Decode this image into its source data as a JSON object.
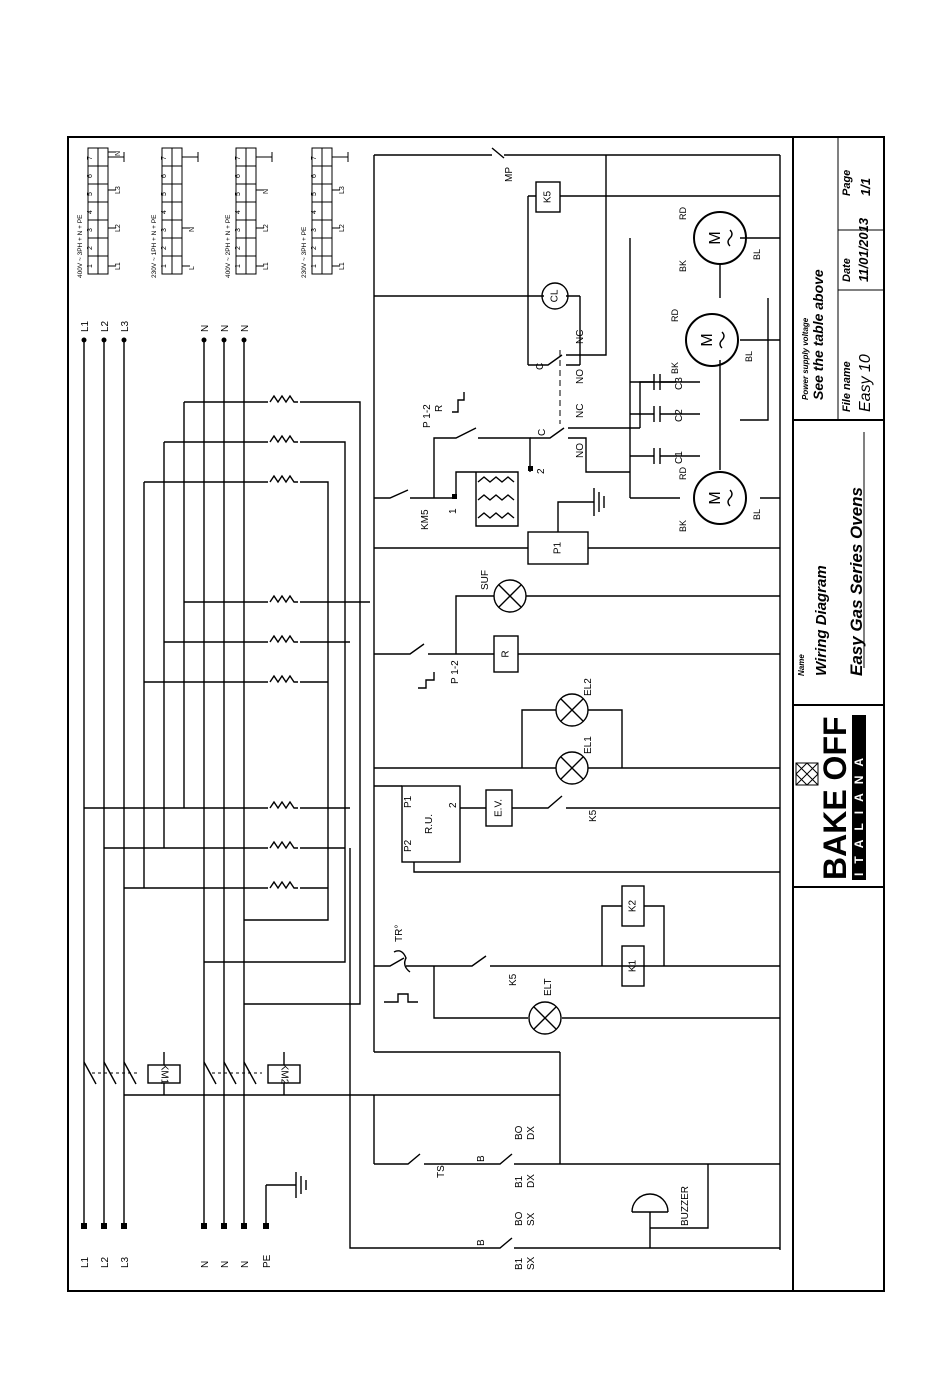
{
  "title_block": {
    "name_label": "Name",
    "name_value": "Wiring Diagram",
    "subtitle": "Easy Gas Series Ovens",
    "file_label": "File name",
    "file_value": "Easy 10",
    "supply_label": "Power supply voltage",
    "supply_value": "See the table above",
    "date_label": "Date",
    "date_value": "11/01/2013",
    "page_label": "Page",
    "page_value": "1/1",
    "logo_top": "BAKE OFF",
    "logo_bottom": "ITALIANA"
  },
  "terminal_tables": [
    {
      "title": "400V ~ 3PH + N + PE",
      "labels": [
        "L1",
        "L2",
        "L3",
        "N"
      ]
    },
    {
      "title": "230V ~ 1PH + N + PE",
      "labels": [
        "L",
        "N"
      ]
    },
    {
      "title": "400V ~ 2PH + N + PE",
      "labels": [
        "L1",
        "L2",
        "N"
      ]
    },
    {
      "title": "230V ~ 3PH + PE",
      "labels": [
        "L1",
        "L2",
        "L3"
      ]
    }
  ],
  "terminal_numbers": [
    "1",
    "2",
    "3",
    "4",
    "5",
    "6",
    "7"
  ],
  "supply_lines_bottom": [
    "L1",
    "L2",
    "L3",
    "N",
    "N",
    "N",
    "PE"
  ],
  "supply_lines_top": [
    "L1",
    "L2",
    "L3",
    "N",
    "N",
    "N"
  ],
  "contactors": [
    "KM1",
    "KM2"
  ],
  "components": {
    "ts": "TS",
    "b_left": "B",
    "b_right": "B",
    "b1sx_a": "B1",
    "b1sx_b": "SX",
    "bosx_a": "BO",
    "bosx_b": "SX",
    "b1dx_a": "B1",
    "b1dx_b": "DX",
    "bodx_a": "BO",
    "bodx_b": "DX",
    "buzzer": "BUZZER",
    "tr": "TR°",
    "k5": "K5",
    "k5b": "K5",
    "k1": "K1",
    "k2": "K2",
    "elt": "ELT",
    "ev": "E.V.",
    "ru_p1": "P1",
    "ru_p2": "P2",
    "ru_name": "R.U.",
    "ru_2": "2",
    "el1": "EL1",
    "el2": "EL2",
    "r": "R",
    "p12a": "P 1-2",
    "suf": "SUF",
    "p1": "P1",
    "km5": "KM5",
    "one": "1",
    "two": "2",
    "p12b": "P 1-2",
    "r_b": "R",
    "c_a": "C",
    "nc_a": "NC",
    "no_a": "NO",
    "c_b": "C",
    "nc_b": "NC",
    "no_b": "NO",
    "cl": "CL",
    "k5c": "K5",
    "mp": "MP",
    "c1": "C1",
    "c2": "C2",
    "c3": "C3",
    "m": "M",
    "bk": "BK",
    "rd": "RD",
    "bl": "BL"
  }
}
